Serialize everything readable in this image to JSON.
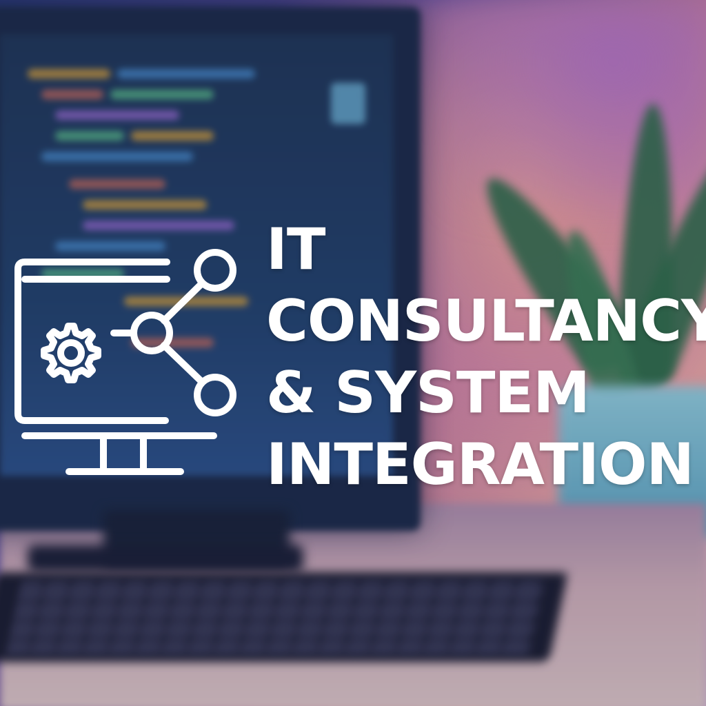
{
  "headline": {
    "line1": "IT",
    "line2": "CONSULTANCY",
    "line3": "& SYSTEM",
    "line4": "INTEGRATION"
  },
  "logo": {
    "icon": "monitor-gear-network-icon",
    "color": "#ffffff"
  },
  "scene": {
    "description_icons": [
      "monitor-icon",
      "keyboard-icon",
      "plant-icon"
    ]
  }
}
